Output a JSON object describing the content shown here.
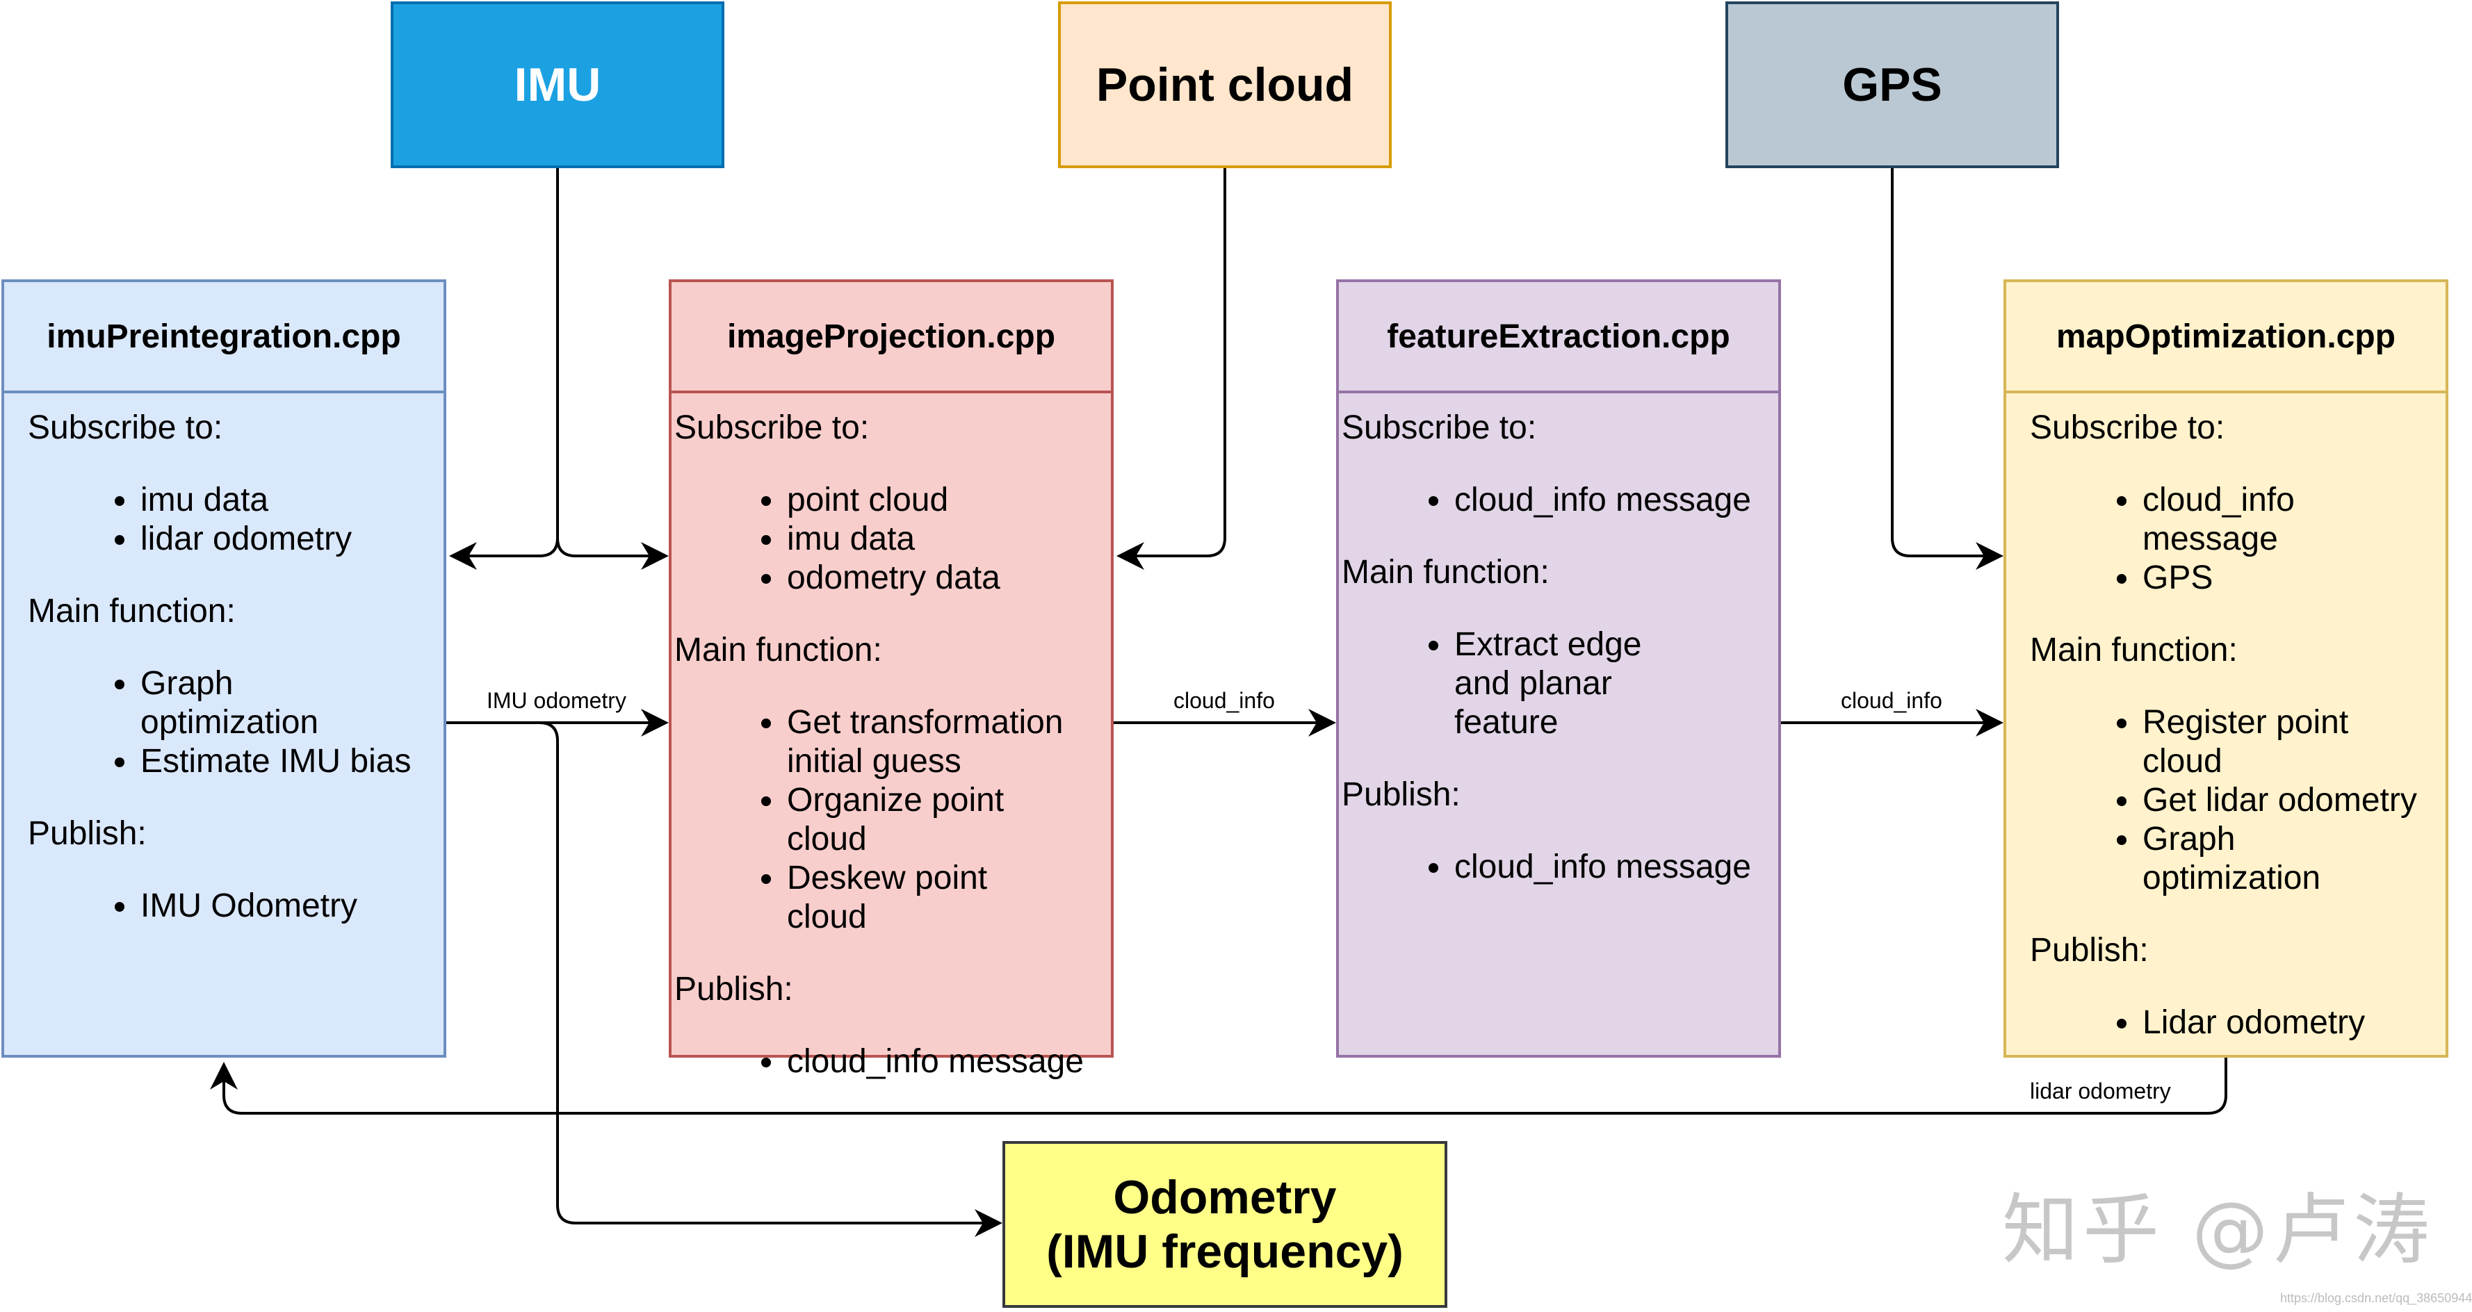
{
  "sources": {
    "imu": {
      "label": "IMU",
      "fill": "#1BA1E2",
      "border": "#006EAF",
      "text_color": "#FFFFFF"
    },
    "point_cloud": {
      "label": "Point cloud",
      "fill": "#FFE6CC",
      "border": "#D79B00",
      "text_color": "#000000"
    },
    "gps": {
      "label": "GPS",
      "fill": "#BAC8D3",
      "border": "#23445D",
      "text_color": "#000000"
    }
  },
  "modules": {
    "imu_preintegration": {
      "title": "imuPreintegration.cpp",
      "fill": "#DAE8FC",
      "border": "#6C8EBF",
      "subscribe_label": "Subscribe to:",
      "subscribe": [
        "imu data",
        "lidar odometry"
      ],
      "function_label": "Main function:",
      "functions": [
        "Graph optimization",
        "Estimate IMU bias"
      ],
      "publish_label": "Publish:",
      "publish": [
        "IMU Odometry"
      ]
    },
    "image_projection": {
      "title": "imageProjection.cpp",
      "fill": "#F8CECC",
      "border": "#B85450",
      "subscribe_label": "Subscribe to:",
      "subscribe": [
        "point cloud",
        "imu data",
        "odometry data"
      ],
      "function_label": "Main function:",
      "functions": [
        "Get transformation initial guess",
        "Organize point cloud",
        "Deskew point cloud"
      ],
      "publish_label": "Publish:",
      "publish": [
        "cloud_info message"
      ]
    },
    "feature_extraction": {
      "title": "featureExtraction.cpp",
      "fill": "#E1D5E7",
      "border": "#9673A6",
      "subscribe_label": "Subscribe to:",
      "subscribe": [
        "cloud_info message"
      ],
      "function_label": "Main function:",
      "functions": [
        "Extract edge and planar feature"
      ],
      "publish_label": "Publish:",
      "publish": [
        "cloud_info message"
      ]
    },
    "map_optimization": {
      "title": "mapOptimization.cpp",
      "fill": "#FFF2CC",
      "border": "#D6B656",
      "subscribe_label": "Subscribe to:",
      "subscribe": [
        "cloud_info message",
        "GPS"
      ],
      "function_label": "Main function:",
      "functions": [
        "Register point cloud",
        "Get lidar odometry",
        "Graph optimization"
      ],
      "publish_label": "Publish:",
      "publish": [
        "Lidar odometry"
      ]
    }
  },
  "edge_labels": {
    "imu_odometry": "IMU odometry",
    "cloud_info_1": "cloud_info",
    "cloud_info_2": "cloud_info",
    "lidar_odometry": "lidar odometry"
  },
  "output": {
    "line1": "Odometry",
    "line2": "(IMU frequency)",
    "fill": "#FFFF88",
    "border": "#36393D"
  },
  "watermark": {
    "text": "知乎 @卢涛",
    "small": "https://blog.csdn.net/qq_38650944"
  }
}
